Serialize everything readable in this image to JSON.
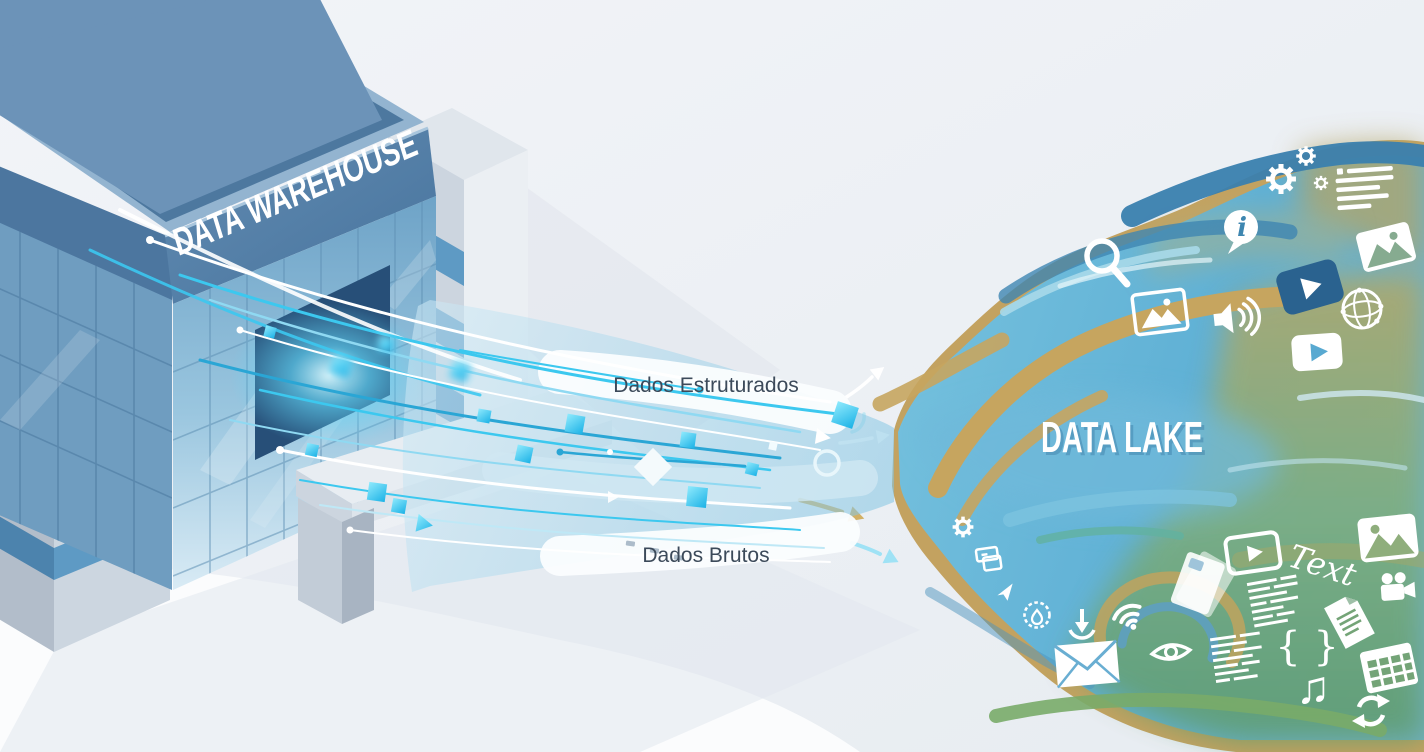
{
  "scene": {
    "warehouse_sign": "DATA WAREHOUSE",
    "lake_label": "DATA LAKE",
    "structured_label": "Dados Estruturados",
    "raw_label": "Dados Brutos",
    "text_word": "Text",
    "braces_glyph": "{ }",
    "music_glyph": "♫",
    "info_glyph": "i"
  },
  "colors": {
    "background": "#eef1f5",
    "building_roof": "#6c93b8",
    "building_sign": "#527ca6",
    "building_glass": "#8abbdb",
    "doorway": "#274f78",
    "concrete": "#d8dee7",
    "stream_cyan": "#3cc8ef",
    "lake_blue": "#5fb0d5",
    "lake_light_blue": "#a9d9e9",
    "lake_dark_blue": "#3a7fae",
    "lake_gold": "#c3a260",
    "lake_green": "#74a56f",
    "icon_white": "#ffffff",
    "label_text": "#3c4a5a"
  },
  "icons": [
    {
      "name": "gears-icon"
    },
    {
      "name": "document-lines-icon"
    },
    {
      "name": "info-bubble-icon"
    },
    {
      "name": "search-icon"
    },
    {
      "name": "photo-filled-icon"
    },
    {
      "name": "play-dark-icon"
    },
    {
      "name": "photo-outline-icon"
    },
    {
      "name": "speaker-icon"
    },
    {
      "name": "globe-network-icon"
    },
    {
      "name": "play-light-icon"
    },
    {
      "name": "gear-small-icon"
    },
    {
      "name": "printer-icon"
    },
    {
      "name": "send-icon"
    },
    {
      "name": "settings-badge-icon"
    },
    {
      "name": "download-icon"
    },
    {
      "name": "wifi-icon"
    },
    {
      "name": "envelope-icon"
    },
    {
      "name": "eye-icon"
    },
    {
      "name": "tablet-pages-icon"
    },
    {
      "name": "video-play-outline-icon"
    },
    {
      "name": "code-lines-icon"
    },
    {
      "name": "text-word-icon"
    },
    {
      "name": "braces-icon"
    },
    {
      "name": "photo-filled-icon-2"
    },
    {
      "name": "video-camera-icon"
    },
    {
      "name": "document-icon"
    },
    {
      "name": "calendar-icon"
    },
    {
      "name": "music-note-icon"
    },
    {
      "name": "refresh-icon"
    }
  ]
}
